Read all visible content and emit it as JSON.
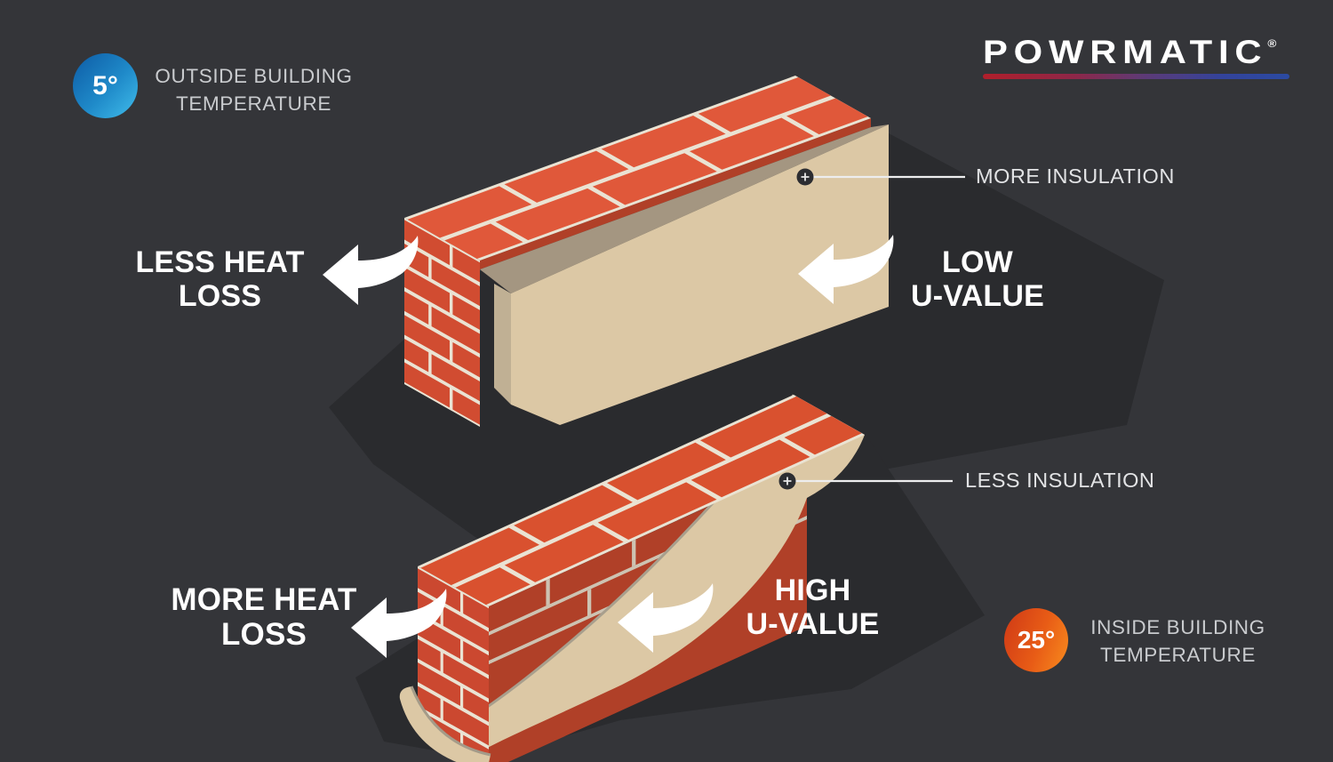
{
  "brand": {
    "logo_text": "POWRMATIC",
    "registered_mark": "®"
  },
  "outside_temp": {
    "value": "5°",
    "label_line1": "OUTSIDE BUILDING",
    "label_line2": "TEMPERATURE"
  },
  "inside_temp": {
    "value": "25°",
    "label_line1": "INSIDE BUILDING",
    "label_line2": "TEMPERATURE"
  },
  "top_diagram": {
    "heat_line1": "LESS HEAT",
    "heat_line2": "LOSS",
    "uvalue_line1": "LOW",
    "uvalue_line2": "U-VALUE",
    "callout": "MORE INSULATION"
  },
  "bottom_diagram": {
    "heat_line1": "MORE HEAT",
    "heat_line2": "LOSS",
    "uvalue_line1": "HIGH",
    "uvalue_line2": "U-VALUE",
    "callout": "LESS INSULATION"
  },
  "icons": {
    "callout_marker": "plus-marker-icon",
    "heat_arrows": "arrow-left-icon"
  },
  "colors": {
    "background": "#343539",
    "shadow": "#2a2b2e",
    "brick_top": "#e0583a",
    "brick_end": "#d14c31",
    "brick_dark_side": "#b04028",
    "mortar": "#eae3d3",
    "insulation_face": "#dcc8a5",
    "insulation_top": "#a49681",
    "insulation_end": "#c0b094",
    "sheet_edge": "#a89f8d",
    "text_light": "#c9cbce",
    "text_white": "#ffffff",
    "outside_circle_start": "#0d5ba5",
    "outside_circle_end": "#41bdeb",
    "inside_circle_start": "#cf3916",
    "inside_circle_end": "#f88c1e",
    "logo_bar_left": "#b01f2b",
    "logo_bar_right": "#2b4aa2"
  }
}
